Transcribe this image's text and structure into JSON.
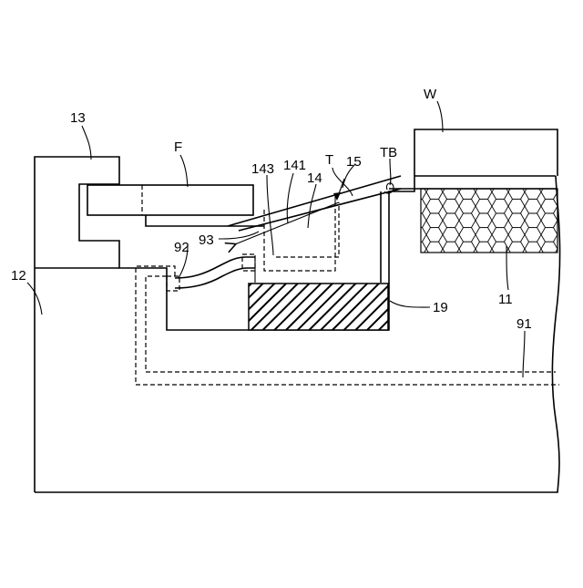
{
  "labels": {
    "ref_13": "13",
    "ref_12": "12",
    "ref_F": "F",
    "ref_W": "W",
    "ref_143": "143",
    "ref_141": "141",
    "ref_T": "T",
    "ref_15": "15",
    "ref_TB": "TB",
    "ref_14": "14",
    "ref_93": "93",
    "ref_92": "92",
    "ref_19": "19",
    "ref_11": "11",
    "ref_91": "91"
  }
}
